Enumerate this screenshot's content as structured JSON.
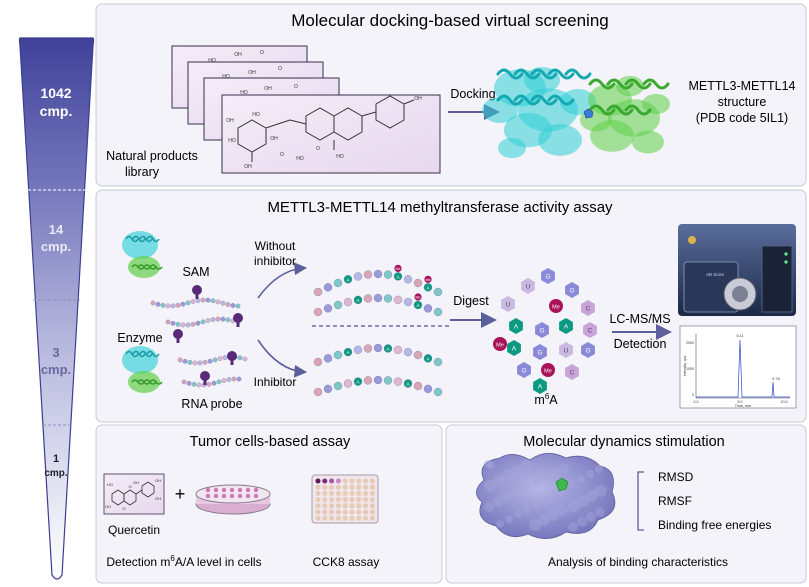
{
  "funnel": {
    "stage1_count": "1042",
    "stage2_count": "14",
    "stage3_count": "3",
    "stage4_count": "1",
    "unit": "cmp."
  },
  "panel1": {
    "title": "Molecular docking-based virtual screening",
    "library_label_1": "Natural products",
    "library_label_2": "library",
    "docking_label": "Docking",
    "structure_label_1": "METTL3-METTL14",
    "structure_label_2": "structure",
    "structure_label_3": "(PDB code 5IL1)",
    "chem_labels": [
      "HO",
      "OH",
      "O",
      "HO",
      "OH",
      "O",
      "HO",
      "OH",
      "O",
      "OH",
      "HO",
      "HO",
      "OH",
      "OH",
      "O",
      "HO",
      "O",
      "HO",
      "OH"
    ]
  },
  "panel2": {
    "title": "METTL3-METTL14 methyltransferase activity assay",
    "sam_label": "SAM",
    "enzyme_label": "Enzyme",
    "rna_label": "RNA probe",
    "without_1": "Without",
    "without_2": "inhibitor",
    "inhibitor_label": "Inhibitor",
    "digest_label": "Digest",
    "m6a_main": "m",
    "m6a_sup": "6",
    "m6a_end": "A",
    "lcms_label": "LC-MS/MS",
    "detection_label": "Detection",
    "node_a": "A",
    "node_me": "Me",
    "node_g": "G",
    "node_u": "U",
    "node_c": "C",
    "instrument_brand": "AB Sciex",
    "chrom": {
      "peak1_label": "5.11",
      "peak2_label": "9.78",
      "y_ticks": [
        "2000",
        "1000",
        "0"
      ],
      "x_ticks": [
        "0.0",
        "5.0",
        "10.0"
      ],
      "xlabel": "Time, min",
      "ylabel": "Intensity, cps"
    }
  },
  "panel3": {
    "title": "Tumor cells-based assay",
    "plus": "+",
    "quercetin_label": "Quercetin",
    "detection_pre": "Detection m",
    "detection_sup": "6",
    "detection_post": "A/A level in cells",
    "cck8_label": "CCK8 assay",
    "chem_labels": [
      "HO",
      "O",
      "OH",
      "OH",
      "OH",
      "O",
      "OH"
    ]
  },
  "panel4": {
    "title": "Molecular dynamics stimulation",
    "items": [
      "RMSD",
      "RMSF",
      "Binding free energies"
    ],
    "caption": "Analysis of binding characteristics"
  },
  "colors": {
    "funnel_top": "#4b4ea6",
    "funnel_bottom": "#ffffff",
    "panel_bg": "#f2f2f8",
    "panel_border": "#c9cad9",
    "arrow": "#5c5f9c",
    "node_a": "#0d9a82",
    "node_me": "#a8135a",
    "node_g": "#8a8ad8",
    "node_u": "#c9b9e0",
    "node_c": "#c9a4d8",
    "protein_cyan": "#2fd0d6",
    "protein_green": "#5fcf48",
    "surface": "#8f8fd0"
  }
}
